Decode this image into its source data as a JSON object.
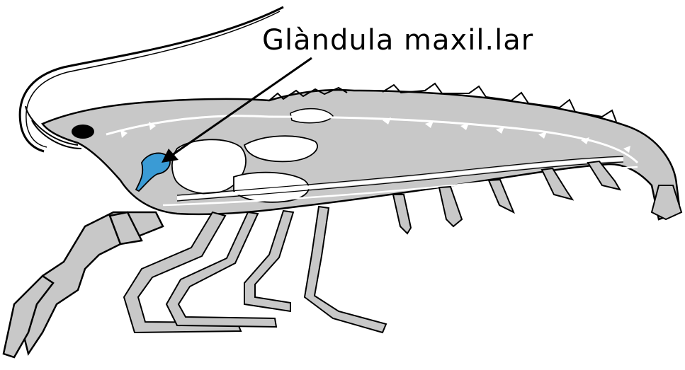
{
  "diagram": {
    "label_text": "Glàndula maxil.lar"
  },
  "colors": {
    "body_fill": "#c8c8c8",
    "outline": "#000000",
    "interior": "#ffffff",
    "gland": "#3a9bd5",
    "arrow": "#000000",
    "background": "#ffffff"
  },
  "icons": {
    "arrow": "arrow-pointer",
    "gland": "maxillary-gland"
  }
}
